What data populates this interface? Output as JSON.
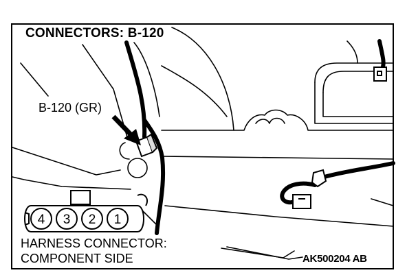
{
  "diagram": {
    "title": "CONNECTORS: B-120",
    "callout_label": "B-120 (GR)",
    "harness_label_line1": "HARNESS CONNECTOR:",
    "harness_label_line2": "COMPONENT SIDE",
    "figure_code": "AK500204",
    "figure_suffix": "AB",
    "connector_pins": [
      "4",
      "3",
      "2",
      "1"
    ]
  }
}
